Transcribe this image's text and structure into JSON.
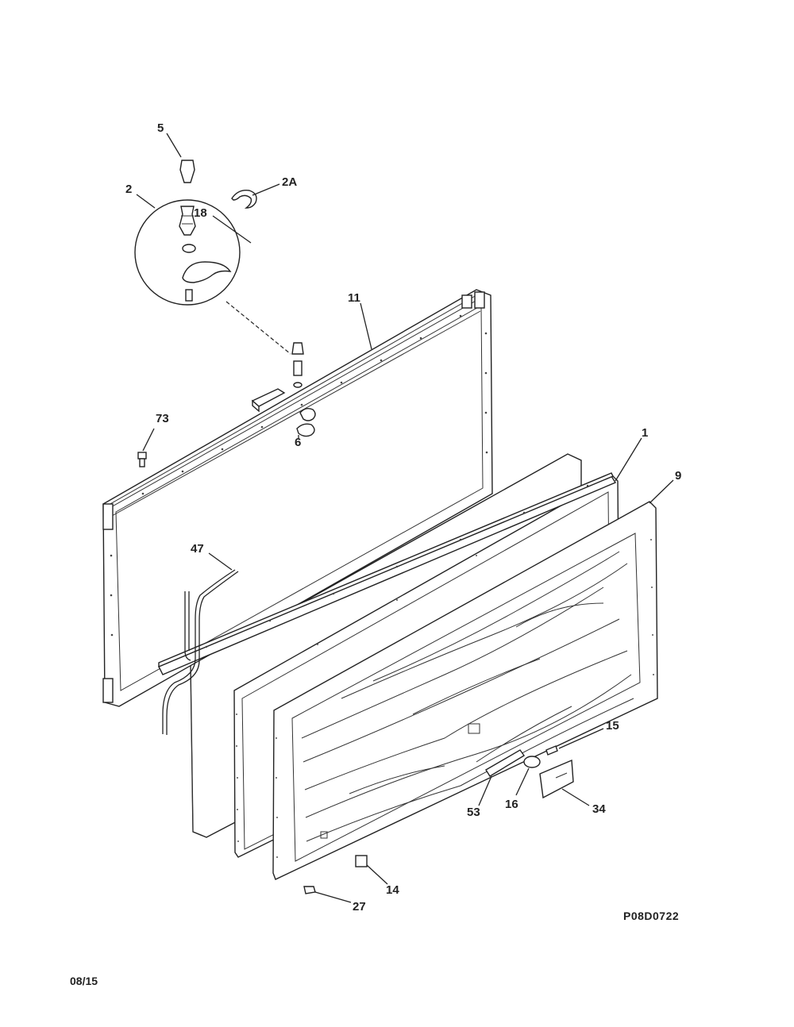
{
  "callouts": {
    "c5": "5",
    "c2": "2",
    "c2a": "2A",
    "c11": "11",
    "c18": "18",
    "c73": "73",
    "c6": "6",
    "c1": "1",
    "c9": "9",
    "c47": "47",
    "c15": "15",
    "c16": "16",
    "c34": "34",
    "c53": "53",
    "c14": "14",
    "c27": "27"
  },
  "footer": {
    "drawing_code": "P08D0722",
    "date": "08/15"
  }
}
